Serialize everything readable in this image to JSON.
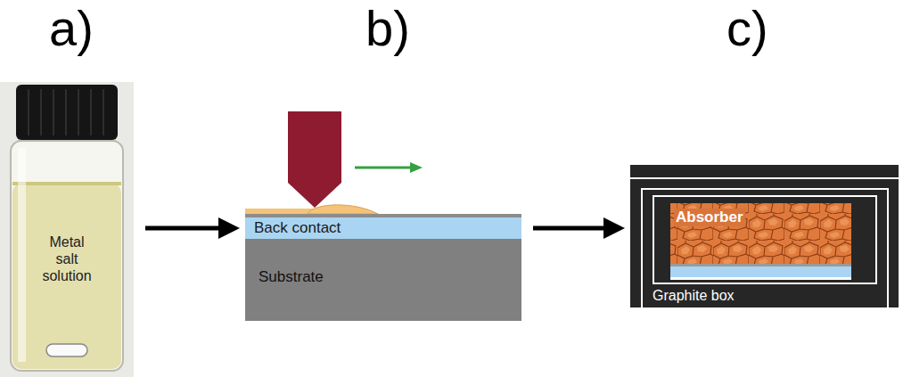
{
  "diagram": {
    "nodes": [
      {
        "text": [
          "Metal salt solution"
        ]
      },
      {
        "text": [
          "Back contact"
        ]
      },
      {
        "text": [
          "Substrate"
        ]
      },
      {
        "text": [
          "Graphite box"
        ]
      },
      {
        "text": [
          "Absorber"
        ],
        "in": 3
      }
    ],
    "edges": [
      {
        "from": 0,
        "to": 1,
        "arrow": "to"
      },
      {
        "from": 1,
        "to": 3,
        "arrow": "to"
      }
    ],
    "labels": [
      "a)",
      "b)",
      "c)"
    ]
  }
}
